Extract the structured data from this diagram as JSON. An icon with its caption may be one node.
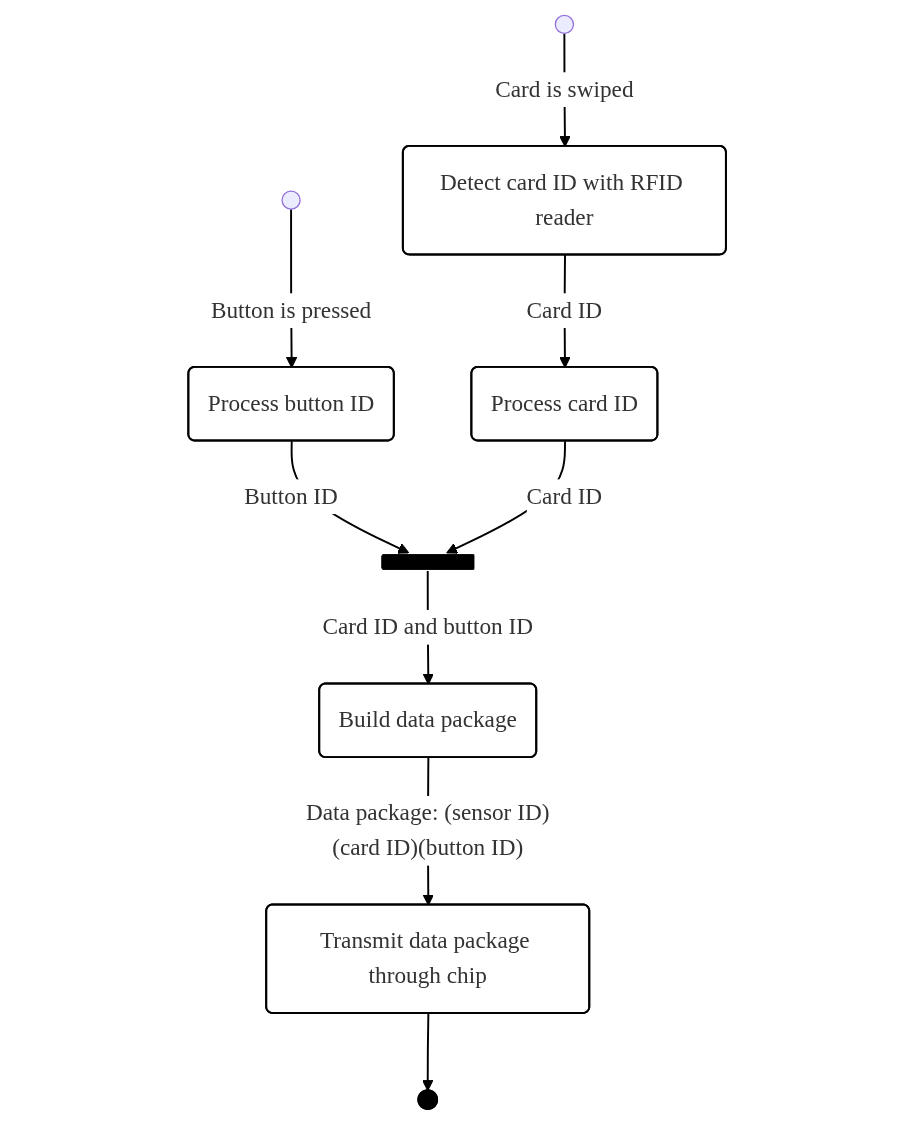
{
  "diagram": {
    "nodes": [
      {
        "text": [],
        "shape": "circle"
      },
      {
        "text": [],
        "shape": "circle"
      },
      {
        "text": [
          "Process button ID"
        ]
      },
      {
        "text": [
          "Detect card ID with RFID reader"
        ]
      },
      {
        "text": [
          "Process card ID"
        ]
      },
      {
        "text": [],
        "shape": "bar"
      },
      {
        "text": [
          "Build data package"
        ]
      },
      {
        "text": [
          "Transmit data package through chip"
        ]
      },
      {
        "text": [],
        "shape": "circle"
      }
    ],
    "edges": [
      {
        "from": 0,
        "to": 2,
        "arrow": "to",
        "label": "Button is pressed"
      },
      {
        "from": 1,
        "to": 3,
        "arrow": "to",
        "label": "Card is swiped"
      },
      {
        "from": 3,
        "to": 4,
        "arrow": "to",
        "label": "Card ID"
      },
      {
        "from": 2,
        "to": 5,
        "arrow": "to",
        "label": "Button ID"
      },
      {
        "from": 4,
        "to": 5,
        "arrow": "to",
        "label": "Card ID"
      },
      {
        "from": 5,
        "to": 6,
        "arrow": "to",
        "label": "Card ID and button ID"
      },
      {
        "from": 6,
        "to": 7,
        "arrow": "to",
        "label": "Data package: (sensor ID)(card ID)(button ID)"
      },
      {
        "from": 7,
        "to": 8,
        "arrow": "to"
      }
    ]
  }
}
